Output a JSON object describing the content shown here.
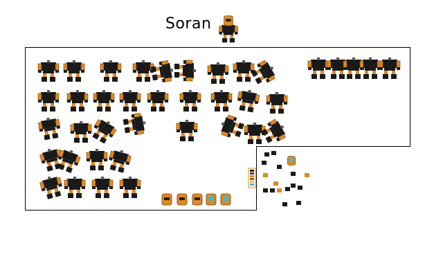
{
  "sheet": {
    "title": "Soran",
    "colors": {
      "armor_black": "#1a1a1a",
      "armor_orange": "#e08a1e",
      "armor_orange_dark": "#9a5a10",
      "visor_cyan": "#3fb8d8",
      "border": "#000000",
      "background": "#ffffff"
    },
    "icons": [
      "character-portrait",
      "sprite-frame",
      "head-variant",
      "body-part",
      "color-palette"
    ]
  }
}
